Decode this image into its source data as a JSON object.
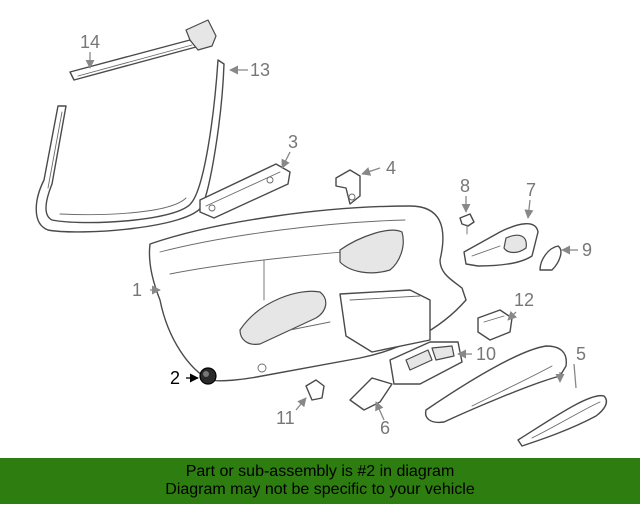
{
  "diagram": {
    "callouts": [
      "1",
      "2",
      "3",
      "4",
      "5",
      "6",
      "7",
      "8",
      "9",
      "10",
      "11",
      "12",
      "13",
      "14"
    ],
    "highlighted_part": "2",
    "highlight_color": "#000000",
    "callout_color": "#777777"
  },
  "banner": {
    "line1": "Part or sub-assembly is #2 in diagram",
    "line2": "Diagram may not be specific to your vehicle",
    "background": "#2e7d10"
  }
}
